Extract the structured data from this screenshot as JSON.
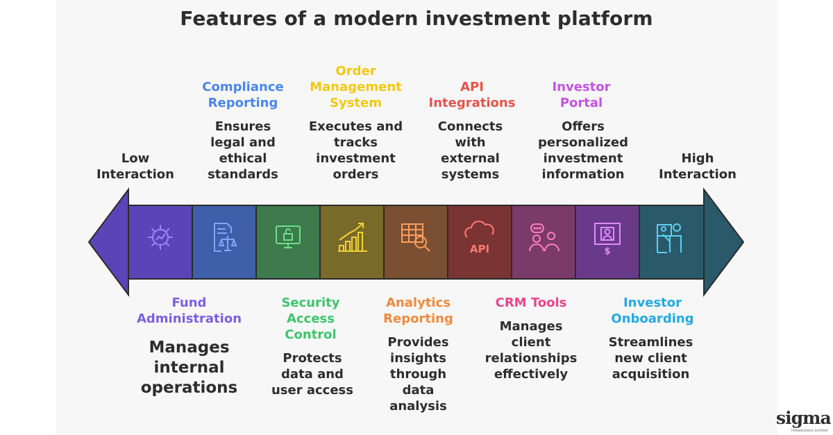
{
  "title": "Features of a modern investment platform",
  "ends": {
    "left": "Low\nInteraction",
    "right": "High\nInteraction"
  },
  "top_items": [
    {
      "label": "Compliance\nReporting",
      "color": "#4a86e8",
      "desc": "Ensures\nlegal and\nethical\nstandards"
    },
    {
      "label": "Order\nManagement\nSystem",
      "color": "#f2c811",
      "desc": "Executes and\ntracks\ninvestment\norders"
    },
    {
      "label": "API\nIntegrations",
      "color": "#e5544b",
      "desc": "Connects\nwith\nexternal\nsystems"
    },
    {
      "label": "Investor\nPortal",
      "color": "#c552e0",
      "desc": "Offers\npersonalized\ninvestment\ninformation"
    }
  ],
  "bottom_items": [
    {
      "label": "Fund\nAdministration",
      "color": "#7b5fe0",
      "desc": "Manages\ninternal\noperations"
    },
    {
      "label": "Security\nAccess\nControl",
      "color": "#3ec46d",
      "desc": "Protects\ndata and\nuser access"
    },
    {
      "label": "Analytics\nReporting",
      "color": "#f08a3c",
      "desc": "Provides\ninsights\nthrough\ndata\nanalysis"
    },
    {
      "label": "CRM Tools",
      "color": "#e8468a",
      "desc": "Manages\nclient\nrelationships\neffectively"
    },
    {
      "label": "Investor\nOnboarding",
      "color": "#22a9e0",
      "desc": "Streamlines\nnew client\nacquisition"
    }
  ],
  "segments": [
    {
      "fill": "#5a45b8",
      "icon_color": "#9b86ff",
      "icon": "gear-chart-icon"
    },
    {
      "fill": "#3f5fa8",
      "icon_color": "#7fa8ff",
      "icon": "document-scale-icon"
    },
    {
      "fill": "#3d7a4c",
      "icon_color": "#6fe08a",
      "icon": "lock-monitor-icon"
    },
    {
      "fill": "#7a6a2a",
      "icon_color": "#f2d43a",
      "icon": "growth-chart-icon"
    },
    {
      "fill": "#7a4f32",
      "icon_color": "#ff9e5a",
      "icon": "table-search-icon"
    },
    {
      "fill": "#7a3434",
      "icon_color": "#ff7a72",
      "icon": "cloud-api-icon"
    },
    {
      "fill": "#7a3a6a",
      "icon_color": "#ff7ec0",
      "icon": "chat-users-icon"
    },
    {
      "fill": "#6a3a8a",
      "icon_color": "#e08cff",
      "icon": "portal-dollar-icon"
    },
    {
      "fill": "#2a5a6a",
      "icon_color": "#5fd0f0",
      "icon": "presenter-icon"
    }
  ],
  "arrow_colors": {
    "left": "#5a45b8",
    "right": "#2a5a6a"
  },
  "api_text": "API",
  "logo": {
    "word": "sigma",
    "sub": "Infosolutions Limited"
  }
}
